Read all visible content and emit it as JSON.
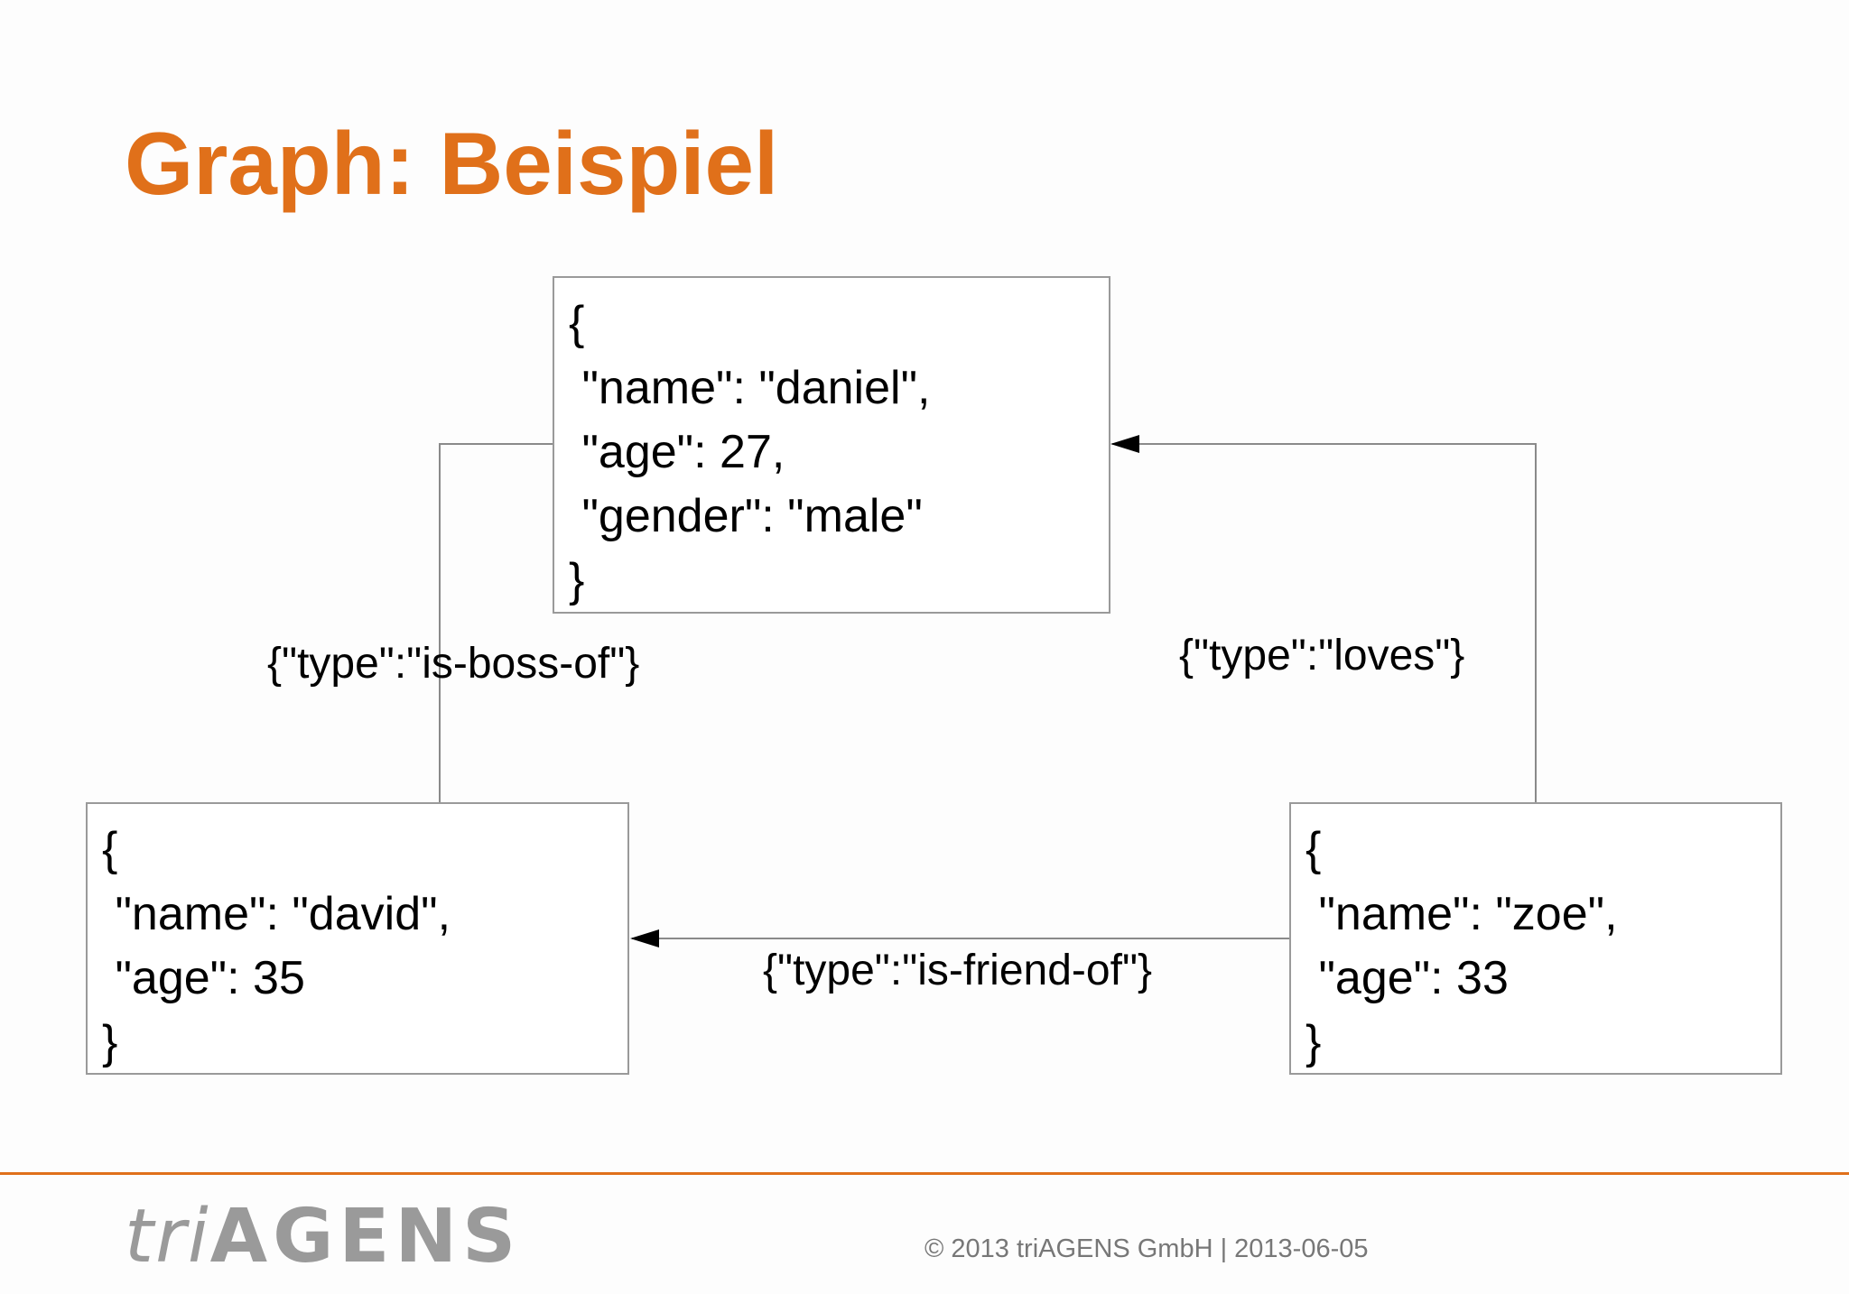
{
  "slide": {
    "title": "Graph: Beispiel"
  },
  "nodes": {
    "daniel": {
      "lines": [
        "{",
        " \"name\": \"daniel\",",
        " \"age\": 27,",
        " \"gender\": \"male\"",
        "}"
      ]
    },
    "david": {
      "lines": [
        "{",
        " \"name\": \"david\",",
        " \"age\": 35",
        "}"
      ]
    },
    "zoe": {
      "lines": [
        "{",
        " \"name\": \"zoe\",",
        " \"age\": 33",
        "}"
      ]
    }
  },
  "edges": {
    "boss": {
      "label": "{\"type\":\"is-boss-of\"}"
    },
    "loves": {
      "label": "{\"type\":\"loves\"}"
    },
    "friend": {
      "label": "{\"type\":\"is-friend-of\"}"
    }
  },
  "footer": {
    "logo_tri": "tri",
    "logo_agens": "AGENS",
    "copyright": "© 2013 triAGENS GmbH | 2013-06-05"
  },
  "colors": {
    "accent": "#e0701a",
    "box_border": "#9a9a9a",
    "edge_line": "#8a8a8a",
    "footer_text": "#777777"
  }
}
